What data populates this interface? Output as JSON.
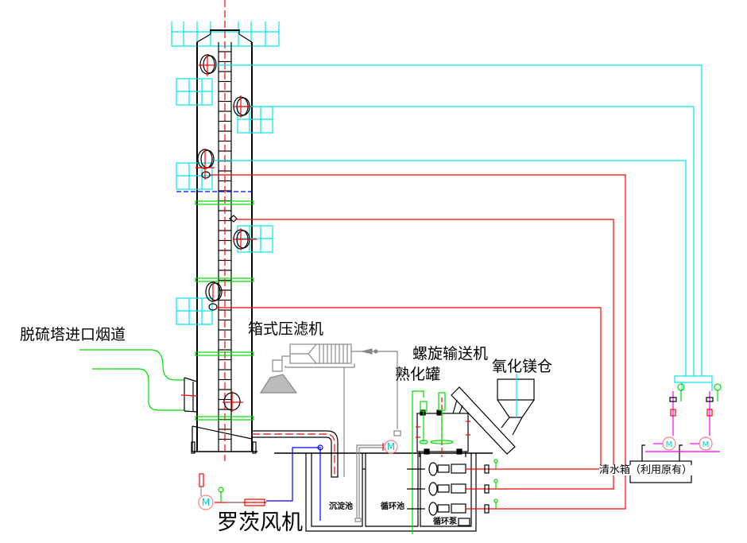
{
  "diagram": {
    "type": "process-flow",
    "colors": {
      "equipment": "#000000",
      "spray_lines": "#ff0000",
      "water_lines": "#00ffff",
      "flue_duct": "#00dd00",
      "air_line": "#0000ff",
      "filter_equipment": "#888888",
      "motor": "#ff8080",
      "pump_line": "#ff00ff"
    },
    "labels": {
      "inlet_duct": "脱硫塔进口烟道",
      "filter_press": "箱式压滤机",
      "screw_conveyor": "螺旋输送机",
      "aging_tank": "熟化罐",
      "mgo_silo": "氧化镁仓",
      "clear_water_tank": "清水箱（利用原有）",
      "roots_blower": "罗茨风机",
      "settling_pond": "沉淀池",
      "circulation_pond": "循环池",
      "circulation_pump": "循环泵"
    },
    "motor_symbol": "M"
  }
}
